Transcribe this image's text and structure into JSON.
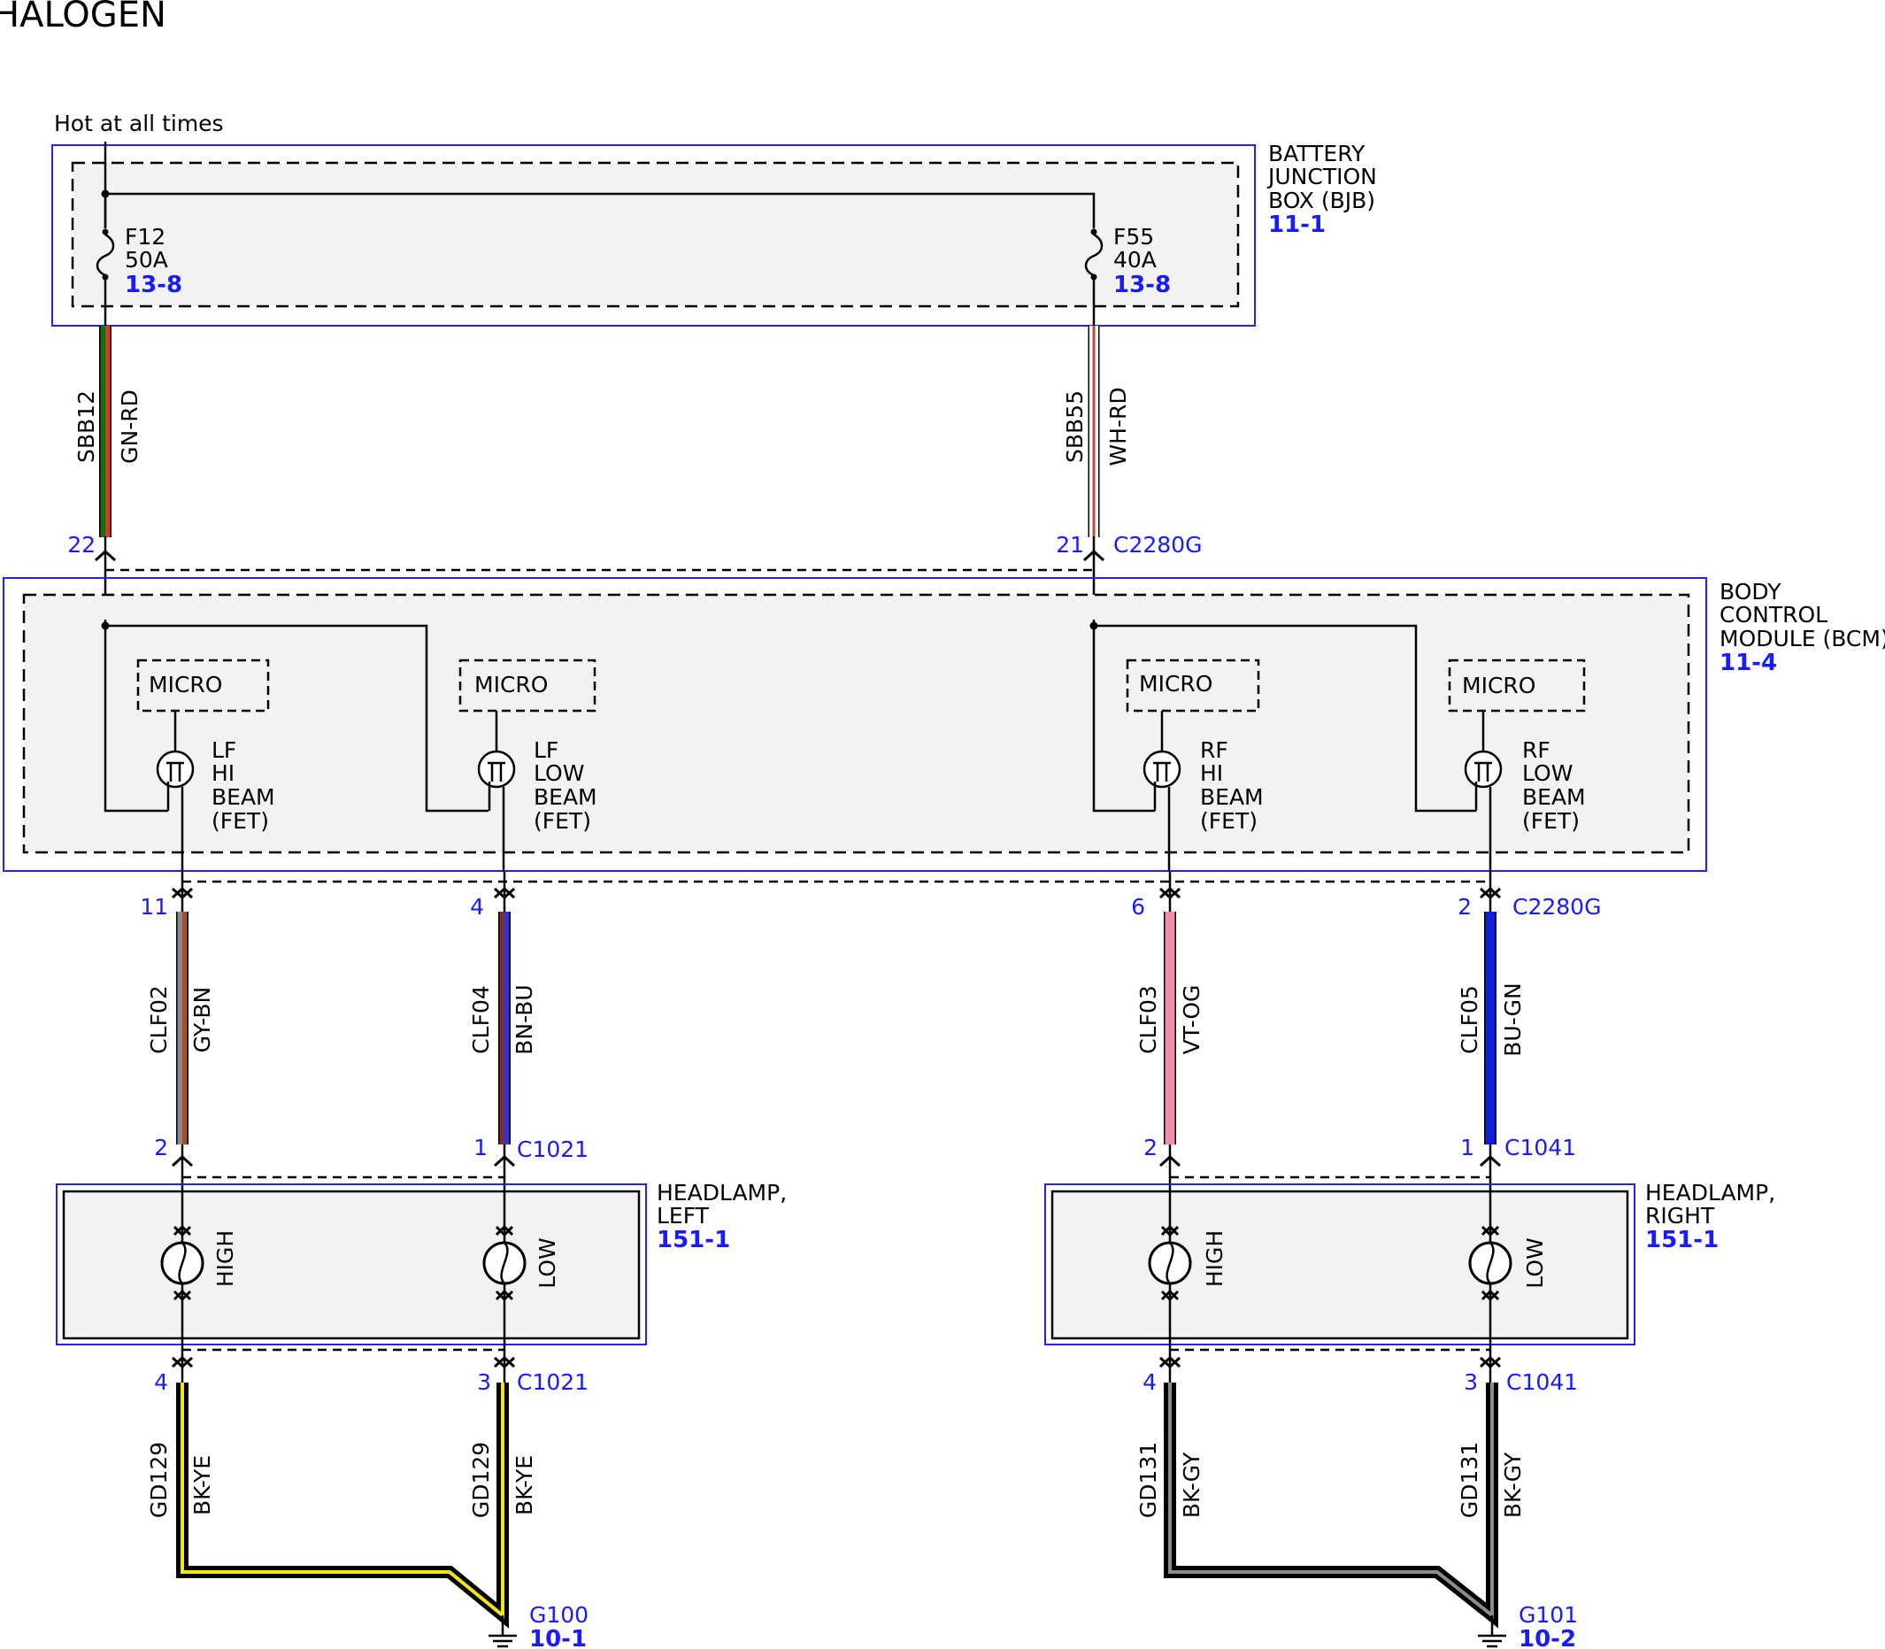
{
  "title": "HALOGEN",
  "supply_label": "Hot at all times",
  "modules": {
    "bjb": {
      "lines": [
        "BATTERY",
        "JUNCTION",
        "BOX (BJB)"
      ],
      "ref": "11-1"
    },
    "bcm": {
      "lines": [
        "BODY",
        "CONTROL",
        "MODULE (BCM)"
      ],
      "ref": "11-4"
    },
    "headlamp_left": {
      "lines": [
        "HEADLAMP,",
        "LEFT"
      ],
      "ref": "151-1"
    },
    "headlamp_right": {
      "lines": [
        "HEADLAMP,",
        "RIGHT"
      ],
      "ref": "151-1"
    }
  },
  "fuses": [
    {
      "name": "F12",
      "rating": "50A",
      "ref": "13-8"
    },
    {
      "name": "F55",
      "rating": "40A",
      "ref": "13-8"
    }
  ],
  "feed_wires": [
    {
      "circuit": "SBB12",
      "color_code": "GN-RD",
      "pin": "22",
      "connector": "",
      "colors": [
        "#1d6b12",
        "#d63a1e"
      ]
    },
    {
      "circuit": "SBB55",
      "color_code": "WH-RD",
      "pin": "21",
      "connector": "C2280G",
      "colors": [
        "#ffffff",
        "#c9463a"
      ]
    }
  ],
  "micro_label": "MICRO",
  "fets": [
    {
      "lines": [
        "LF",
        "HI",
        "BEAM",
        "(FET)"
      ]
    },
    {
      "lines": [
        "LF",
        "LOW",
        "BEAM",
        "(FET)"
      ]
    },
    {
      "lines": [
        "RF",
        "HI",
        "BEAM",
        "(FET)"
      ]
    },
    {
      "lines": [
        "RF",
        "LOW",
        "BEAM",
        "(FET)"
      ]
    }
  ],
  "output_wires": [
    {
      "circuit": "CLF02",
      "color_code": "GY-BN",
      "bcm_pin": "11",
      "bcm_connector": "",
      "lamp_pin": "2",
      "lamp_connector": "",
      "colors": [
        "#8a8a8a",
        "#a0522d"
      ]
    },
    {
      "circuit": "CLF04",
      "color_code": "BN-BU",
      "bcm_pin": "4",
      "bcm_connector": "",
      "lamp_pin": "1",
      "lamp_connector": "C1021",
      "colors": [
        "#7a2d3a",
        "#3434c8"
      ]
    },
    {
      "circuit": "CLF03",
      "color_code": "VT-OG",
      "bcm_pin": "6",
      "bcm_connector": "",
      "lamp_pin": "2",
      "lamp_connector": "",
      "colors": [
        "#ef8ea8",
        "#ef8ea8"
      ]
    },
    {
      "circuit": "CLF05",
      "color_code": "BU-GN",
      "bcm_pin": "2",
      "bcm_connector": "C2280G",
      "lamp_pin": "1",
      "lamp_connector": "C1041",
      "colors": [
        "#0f1fd8",
        "#0f1fd8"
      ]
    }
  ],
  "bulbs": [
    "HIGH",
    "LOW",
    "HIGH",
    "LOW"
  ],
  "ground_wires": [
    {
      "circuit": "GD129",
      "color_code": "BK-YE",
      "pin": "4",
      "connector": ""
    },
    {
      "circuit": "GD129",
      "color_code": "BK-YE",
      "pin": "3",
      "connector": "C1021"
    },
    {
      "circuit": "GD131",
      "color_code": "BK-GY",
      "pin": "4",
      "connector": ""
    },
    {
      "circuit": "GD131",
      "color_code": "BK-GY",
      "pin": "3",
      "connector": "C1041"
    }
  ],
  "grounds": [
    {
      "name": "G100",
      "ref": "10-1"
    },
    {
      "name": "G101",
      "ref": "10-2"
    }
  ],
  "colors": {
    "module_border": "#2323e0",
    "link_blue": "#1a1aff",
    "box_fill": "#f2f2f2",
    "ground_left_stripe": "#f5e31a",
    "ground_right_stripe": "#8c8c8c"
  }
}
